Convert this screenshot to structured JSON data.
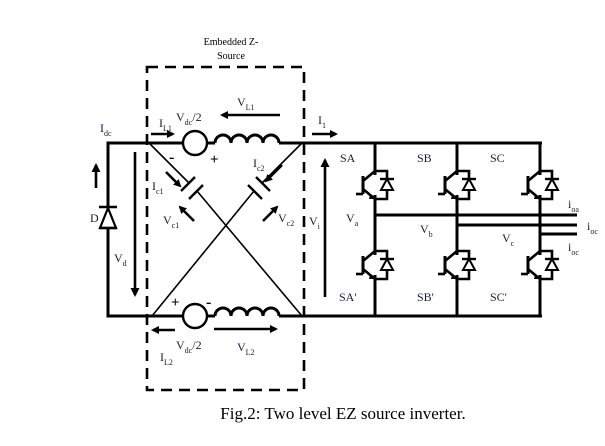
{
  "figure": {
    "caption": "Fig.2: Two level EZ source inverter.",
    "box_title_line1": "Embedded Z-",
    "box_title_line2": "Source"
  },
  "labels": {
    "idc": {
      "main": "I",
      "sub": "dc"
    },
    "il1": {
      "main": "I",
      "sub": "L1"
    },
    "il2": {
      "main": "I",
      "sub": "L2"
    },
    "vdc_top": {
      "main": "V",
      "sub": "dc",
      "tail": "/2"
    },
    "vdc_bot": {
      "main": "V",
      "sub": "dc",
      "tail": "/2"
    },
    "vl1": {
      "main": "V",
      "sub": "L1"
    },
    "vl2": {
      "main": "V",
      "sub": "L2"
    },
    "ic1": {
      "main": "I",
      "sub": "c1"
    },
    "ic2": {
      "main": "I",
      "sub": "c2"
    },
    "vc1": {
      "main": "V",
      "sub": "c1"
    },
    "vc2": {
      "main": "V",
      "sub": "c2"
    },
    "vi": {
      "main": "V",
      "sub": "i"
    },
    "i1": {
      "main": "I",
      "sub": "1"
    },
    "vd": {
      "main": "V",
      "sub": "d"
    },
    "diode": "D",
    "va": {
      "main": "V",
      "sub": "a"
    },
    "vb": {
      "main": "V",
      "sub": "b"
    },
    "vc": {
      "main": "V",
      "sub": "c"
    },
    "ioa": {
      "main": "i",
      "sub": "oa"
    },
    "iob": {
      "main": "i",
      "sub": "oc"
    },
    "ioc": {
      "main": "i",
      "sub": "oc"
    },
    "plus": "+",
    "minus": "-"
  },
  "switches": {
    "upper": [
      "SA",
      "SB",
      "SC"
    ],
    "lower": [
      "SA'",
      "SB'",
      "SC'"
    ]
  }
}
